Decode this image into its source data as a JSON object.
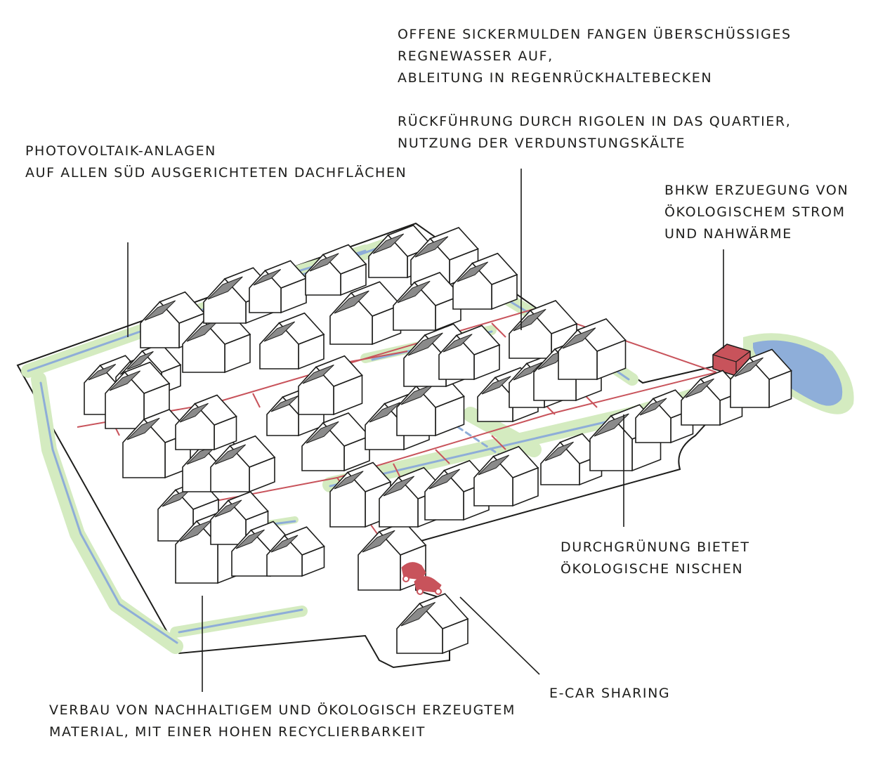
{
  "annotations": {
    "sickermulden": {
      "lines": [
        "OFFENE SICKERMULDEN FANGEN ÜBERSCHÜSSIGES",
        "REGNEWASSER AUF,",
        "ABLEITUNG IN REGENRÜCKHALTEBECKEN"
      ]
    },
    "rigolen": {
      "lines": [
        "RÜCKFÜHRUNG DURCH RIGOLEN IN DAS  QUARTIER,",
        "NUTZUNG DER VERDUNSTUNGSKÄLTE"
      ]
    },
    "photovoltaik": {
      "lines": [
        "PHOTOVOLTAIK-ANLAGEN",
        "AUF ALLEN SÜD AUSGERICHTETEN DACHFLÄCHEN"
      ]
    },
    "bhkw": {
      "lines": [
        "BHKW ERZUEGUNG VON",
        "ÖKOLOGISCHEM STROM",
        "UND NAHWÄRME"
      ]
    },
    "durchgruenung": {
      "lines": [
        "DURCHGRÜNUNG BIETET",
        "ÖKOLOGISCHE NISCHEN"
      ]
    },
    "ecar": {
      "lines": [
        "E-CAR SHARING"
      ]
    },
    "verbau": {
      "lines": [
        "VERBAU VON NACHHALTIGEM UND ÖKOLOGISCH ERZEUGTEM",
        "MATERIAL, MIT EINER HOHEN RECYCLIERBARKEIT"
      ]
    }
  },
  "colors": {
    "ink": "#1d1d1b",
    "green_strip": "#d4ebc0",
    "water_channel": "#8eadd8",
    "pond": "#8eaed9",
    "heat_network": "#c8535b",
    "bhkw_block": "#c8535b",
    "pv_panel": "#8a8a8a",
    "house_fill": "#ffffff"
  },
  "icons": {
    "bhkw": "bhkw-building-icon",
    "ecar": "ecar-icon",
    "pond": "retention-pond-icon"
  }
}
